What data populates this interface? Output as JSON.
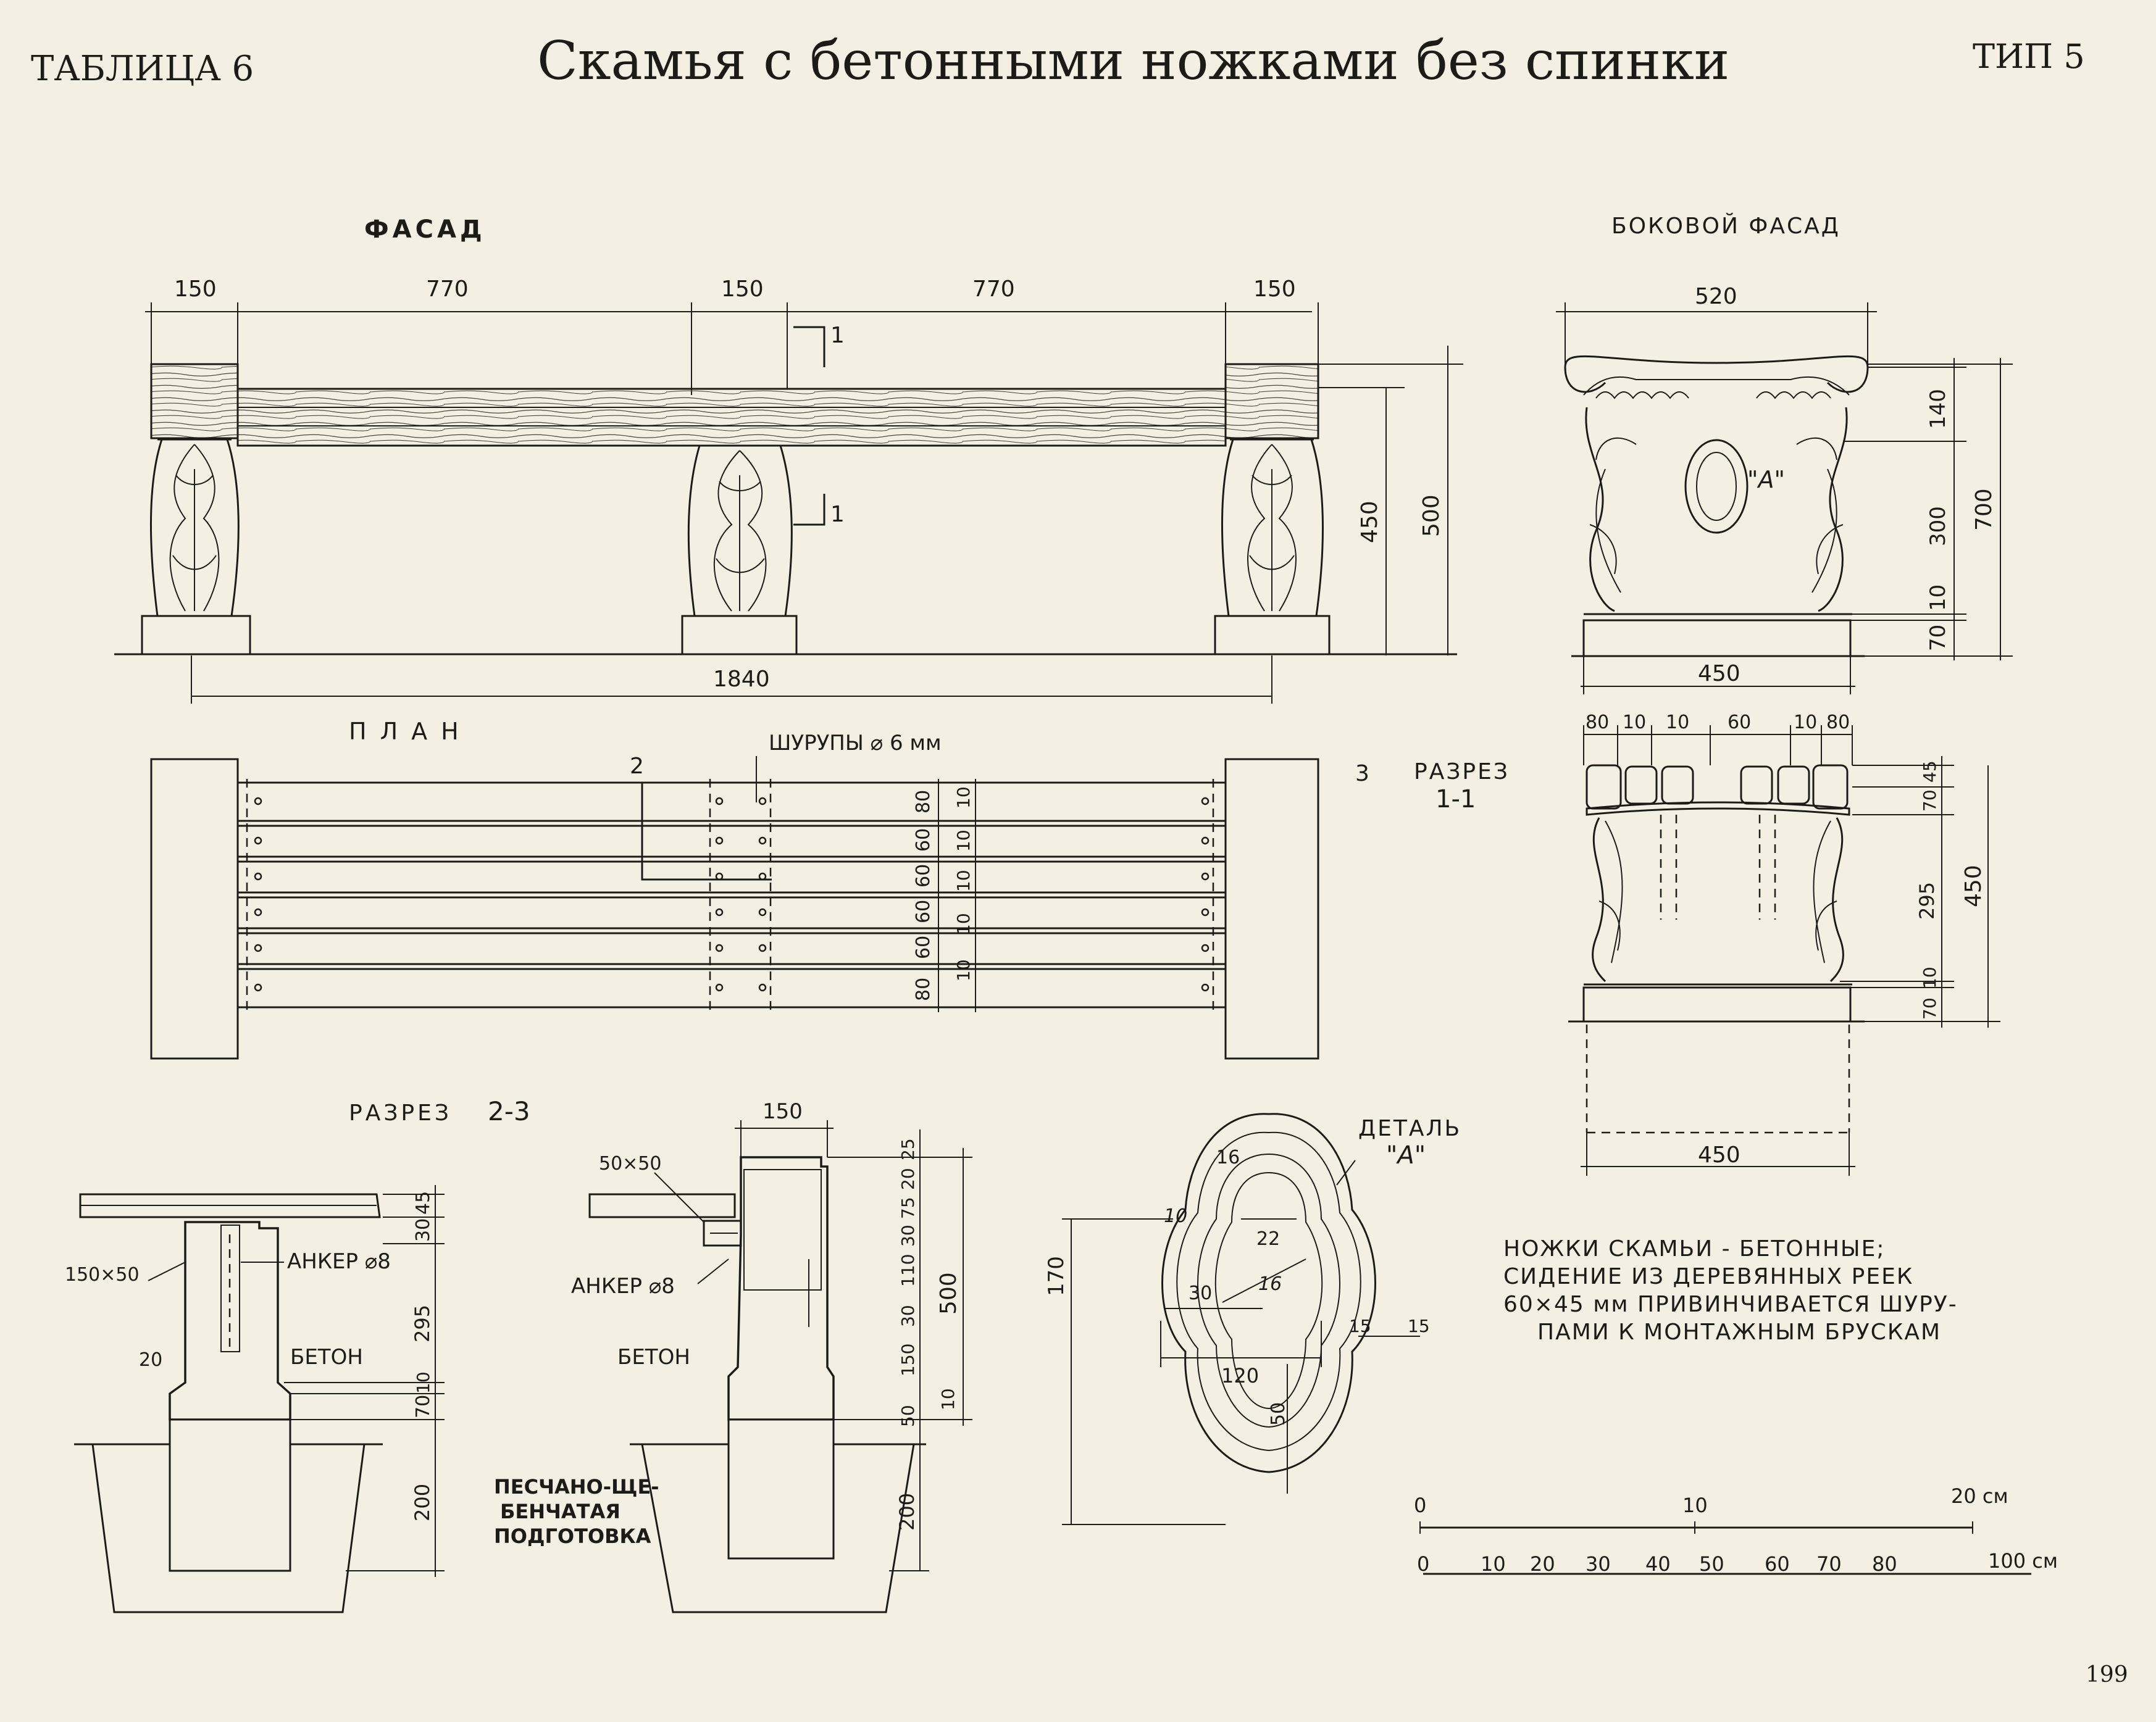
{
  "header": {
    "table_label": "ТАБЛИЦА 6",
    "title": "Скамья с бетонными ножками без спинки",
    "type_label": "ТИП 5",
    "page_number": "199"
  },
  "facade": {
    "title": "ФАСАД",
    "dims_top": [
      "150",
      "770",
      "150",
      "770",
      "150"
    ],
    "dim_total": "1840",
    "dims_right": [
      "450",
      "500"
    ],
    "section_mark": "1"
  },
  "side_facade": {
    "title": "БОКОВОЙ ФАСАД",
    "dim_top": "520",
    "dim_bottom": "450",
    "dims_right": [
      "140",
      "300",
      "10",
      "70"
    ],
    "dim_total": "700",
    "detail_ref": "\"А\""
  },
  "plan": {
    "title": "ПЛАН",
    "screws": "ШУРУПЫ ⌀ 6 мм",
    "cut_2": "2",
    "cut_3": "3",
    "slat_dims": [
      "80",
      "60",
      "60",
      "60",
      "60",
      "80"
    ],
    "gap_dims": [
      "10",
      "10",
      "10",
      "10",
      "10"
    ]
  },
  "section_1_1": {
    "title": "РАЗРЕЗ",
    "number": "1-1",
    "dims_top": [
      "80",
      "10",
      "10",
      "60",
      "10",
      "80"
    ],
    "dims_right": [
      "45",
      "70",
      "295",
      "10",
      "70"
    ],
    "dim_total": "450",
    "dim_bottom": "450"
  },
  "section_2_3": {
    "title": "РАЗРЕЗ",
    "number": "2-3",
    "beam": "150×50",
    "anchor": "АНКЕР ⌀8",
    "concrete": "БЕТОН",
    "dim_20": "20",
    "dims_right": [
      "45",
      "30",
      "295",
      "10",
      "70",
      "200"
    ]
  },
  "section_b": {
    "dim_top": "150",
    "bar": "50×50",
    "anchor": "АНКЕР ⌀8",
    "concrete": "БЕТОН",
    "foundation": [
      "ПЕСЧАНО-ЩЕ-",
      "БЕНЧАТАЯ",
      "ПОДГОТОВКА"
    ],
    "dims_right": [
      "25",
      "20",
      "75",
      "30",
      "110",
      "30",
      "150",
      "50",
      "10",
      "200"
    ],
    "dim_total": "500"
  },
  "detail_a": {
    "title": "ДЕТАЛЬ",
    "label": "\"А\"",
    "dims": [
      "16",
      "10",
      "22",
      "30",
      "16",
      "15",
      "15",
      "120",
      "50"
    ],
    "dim_height": "170"
  },
  "note": {
    "lines": [
      "НОЖКИ СКАМЬИ - БЕТОННЫЕ;",
      "СИДЕНИЕ ИЗ ДЕРЕВЯННЫХ РЕЕК",
      "60×45 мм ПРИВИНЧИВАЕТСЯ ШУРУ-",
      "ПАМИ К МОНТАЖНЫМ БРУСКАМ"
    ]
  },
  "scale": {
    "top_labels": [
      "0",
      "10",
      "20 см"
    ],
    "bottom_labels": [
      "0",
      "10",
      "20",
      "30",
      "40",
      "50",
      "60",
      "70",
      "80",
      "100 см"
    ]
  }
}
